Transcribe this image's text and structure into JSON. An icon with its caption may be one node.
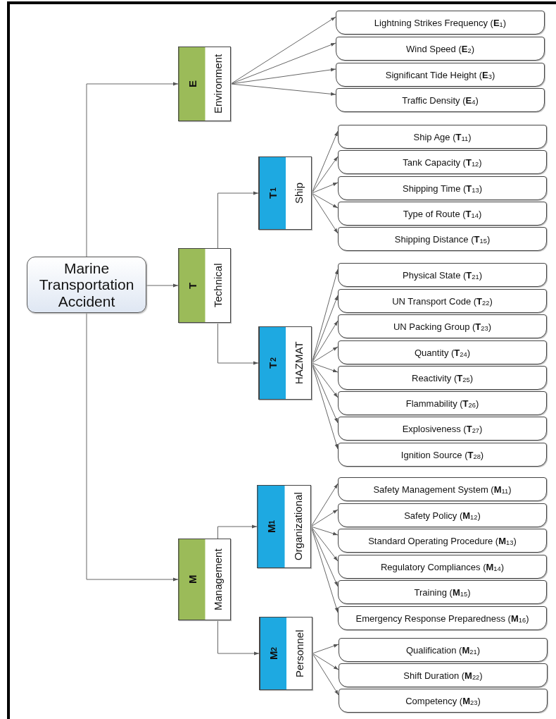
{
  "diagram": {
    "nodes": [
      {
        "text": [
          "Marine Transportation Accident"
        ]
      },
      {
        "text": [
          "E",
          "Environment"
        ]
      },
      {
        "text": [
          "Lightning Strikes Frequency (**E**$_{1}$)"
        ]
      },
      {
        "text": [
          "Wind Speed (**E**$_{2}$)"
        ]
      },
      {
        "text": [
          "Significant Tide Height (**E**$_{3}$)"
        ]
      },
      {
        "text": [
          "Traffic Density (**E**$_{4}$)"
        ]
      },
      {
        "text": [
          "T",
          "Technical"
        ]
      },
      {
        "text": [
          "T$_{1}$",
          "Ship"
        ]
      },
      {
        "text": [
          "Ship Age (**T**$_{11}$)"
        ]
      },
      {
        "text": [
          "Tank Capacity (**T**$_{12}$)"
        ]
      },
      {
        "text": [
          "Shipping Time (**T**$_{13}$)"
        ]
      },
      {
        "text": [
          "Type of Route (**T**$_{14}$)"
        ]
      },
      {
        "text": [
          "Shipping Distance (**T**$_{15}$)"
        ]
      },
      {
        "text": [
          "T$_{2}$",
          "HAZMAT"
        ]
      },
      {
        "text": [
          "Physical State (**T**$_{21}$)"
        ]
      },
      {
        "text": [
          "UN Transport Code (**T**$_{22}$)"
        ]
      },
      {
        "text": [
          "UN Packing Group (**T**$_{23}$)"
        ]
      },
      {
        "text": [
          "Quantity (**T**$_{24}$)"
        ]
      },
      {
        "text": [
          "Reactivity (**T**$_{25}$)"
        ]
      },
      {
        "text": [
          "Flammability (**T**$_{26}$)"
        ]
      },
      {
        "text": [
          "Explosiveness (**T**$_{27}$)"
        ]
      },
      {
        "text": [
          "Ignition Source (**T**$_{28}$)"
        ]
      },
      {
        "text": [
          "M",
          "Management"
        ]
      },
      {
        "text": [
          "M$_{1}$",
          "Organizational"
        ]
      },
      {
        "text": [
          "Safety Management System (**M**$_{11}$)"
        ]
      },
      {
        "text": [
          "Safety Policy (**M**$_{12}$)"
        ]
      },
      {
        "text": [
          "Standard Operating Procedure (**M**$_{13}$)"
        ]
      },
      {
        "text": [
          "Regulatory Compliances (**M**$_{14}$)"
        ]
      },
      {
        "text": [
          "Training (**M**$_{15}$)"
        ]
      },
      {
        "text": [
          "Emergency Response Preparedness (**M**$_{16}$)"
        ]
      },
      {
        "text": [
          "M$_{2}$",
          "Personnel"
        ]
      },
      {
        "text": [
          "Qualification (**M**$_{21}$)"
        ]
      },
      {
        "text": [
          "Shift Duration (**M**$_{22}$)"
        ]
      },
      {
        "text": [
          "Competency (**M**$_{23}$)"
        ]
      }
    ],
    "edges": [
      {
        "from": 0,
        "to": 1,
        "arrow": "to"
      },
      {
        "from": 0,
        "to": 6,
        "arrow": "to"
      },
      {
        "from": 0,
        "to": 22,
        "arrow": "to"
      },
      {
        "from": 1,
        "to": 2,
        "arrow": "to"
      },
      {
        "from": 1,
        "to": 3,
        "arrow": "to"
      },
      {
        "from": 1,
        "to": 4,
        "arrow": "to"
      },
      {
        "from": 1,
        "to": 5,
        "arrow": "to"
      },
      {
        "from": 6,
        "to": 7,
        "arrow": "to"
      },
      {
        "from": 6,
        "to": 13,
        "arrow": "to"
      },
      {
        "from": 7,
        "to": 8,
        "arrow": "to"
      },
      {
        "from": 7,
        "to": 9,
        "arrow": "to"
      },
      {
        "from": 7,
        "to": 10,
        "arrow": "to"
      },
      {
        "from": 7,
        "to": 11,
        "arrow": "to"
      },
      {
        "from": 7,
        "to": 12,
        "arrow": "to"
      },
      {
        "from": 13,
        "to": 14,
        "arrow": "to"
      },
      {
        "from": 13,
        "to": 15,
        "arrow": "to"
      },
      {
        "from": 13,
        "to": 16,
        "arrow": "to"
      },
      {
        "from": 13,
        "to": 17,
        "arrow": "to"
      },
      {
        "from": 13,
        "to": 18,
        "arrow": "to"
      },
      {
        "from": 13,
        "to": 19,
        "arrow": "to"
      },
      {
        "from": 13,
        "to": 20,
        "arrow": "to"
      },
      {
        "from": 13,
        "to": 21,
        "arrow": "to"
      },
      {
        "from": 22,
        "to": 23,
        "arrow": "to"
      },
      {
        "from": 22,
        "to": 30,
        "arrow": "to"
      },
      {
        "from": 23,
        "to": 24,
        "arrow": "to"
      },
      {
        "from": 23,
        "to": 25,
        "arrow": "to"
      },
      {
        "from": 23,
        "to": 26,
        "arrow": "to"
      },
      {
        "from": 23,
        "to": 27,
        "arrow": "to"
      },
      {
        "from": 23,
        "to": 28,
        "arrow": "to"
      },
      {
        "from": 23,
        "to": 29,
        "arrow": "to"
      },
      {
        "from": 30,
        "to": 31,
        "arrow": "to"
      },
      {
        "from": 30,
        "to": 32,
        "arrow": "to"
      },
      {
        "from": 30,
        "to": 33,
        "arrow": "to"
      }
    ]
  }
}
